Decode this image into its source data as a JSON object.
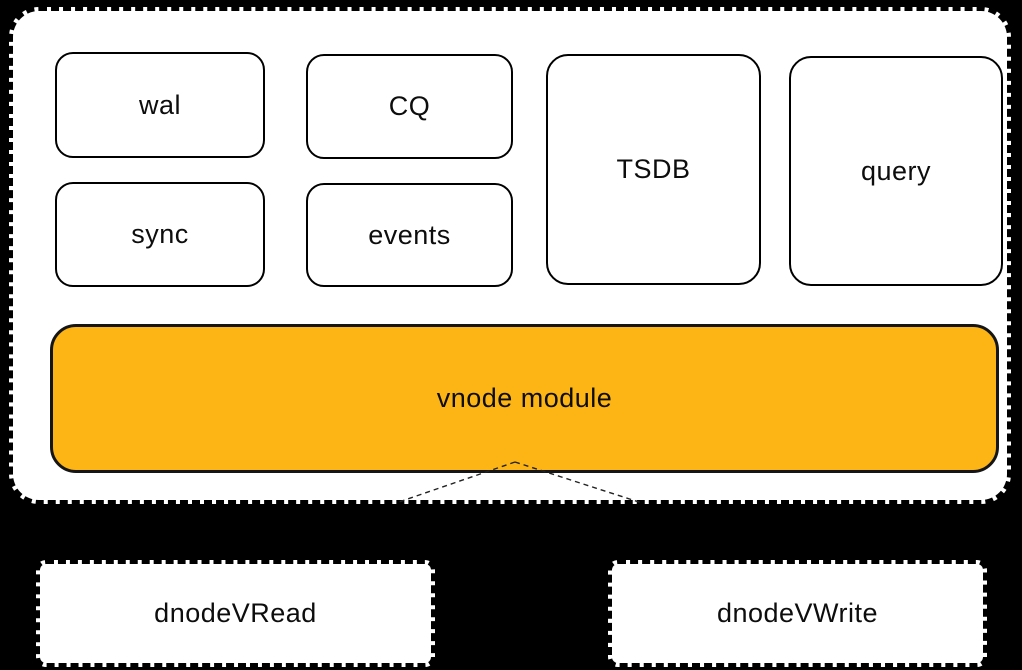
{
  "palette": {
    "page_background": "#000000",
    "panel_fill": "#ffffff",
    "box_fill": "#ffffff",
    "stroke_color": "#000000",
    "vnode_fill": "#fcb515"
  },
  "diagram": {
    "group": {
      "modules": [
        {
          "id": "wal",
          "label": "wal"
        },
        {
          "id": "cq",
          "label": "CQ"
        },
        {
          "id": "sync",
          "label": "sync"
        },
        {
          "id": "events",
          "label": "events"
        },
        {
          "id": "tsdb",
          "label": "TSDB"
        },
        {
          "id": "query",
          "label": "query"
        }
      ],
      "vnode": {
        "label": "vnode module"
      }
    },
    "dnodes": [
      {
        "id": "dnodeVRead",
        "label": "dnodeVRead"
      },
      {
        "id": "dnodeVWrite",
        "label": "dnodeVWrite"
      }
    ],
    "connections": {
      "from": "vnode module",
      "to": [
        "dnodeVRead",
        "dnodeVWrite"
      ],
      "style": "dashed"
    }
  }
}
